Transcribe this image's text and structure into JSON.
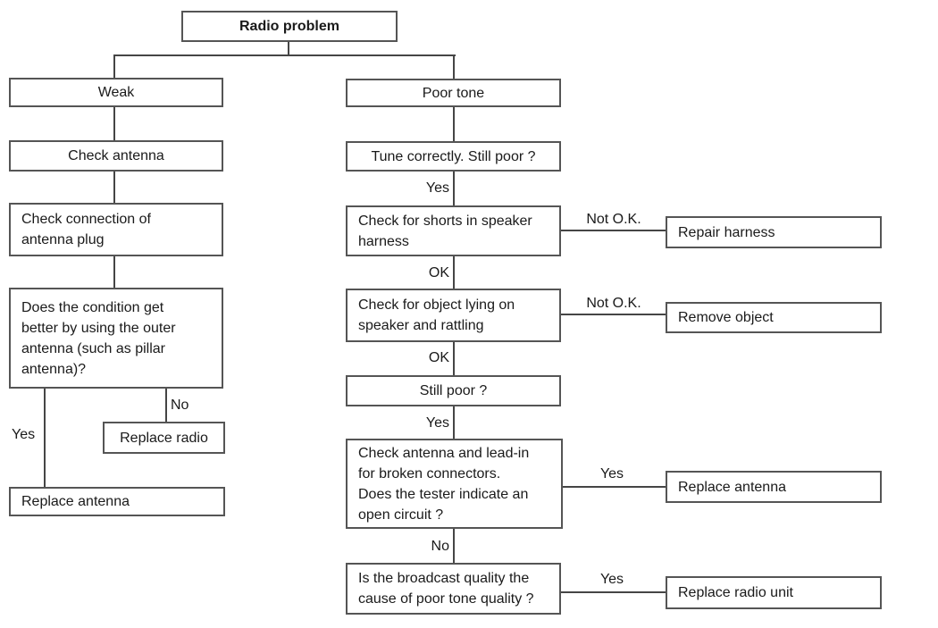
{
  "diagram": {
    "type": "flowchart",
    "title": "Radio problem troubleshooting flowchart",
    "colors": {
      "background": "#ffffff",
      "box_border": "#555555",
      "connector_line": "#454545",
      "text": "#1a1a1a"
    },
    "nodes": {
      "radio_problem": "Radio problem",
      "weak": "Weak",
      "check_antenna": "Check antenna",
      "check_connection": "Check connection of\nantenna plug",
      "condition_better": "Does the condition get\nbetter by using the outer\nantenna (such as pillar\nantenna)?",
      "replace_radio": "Replace radio",
      "replace_antenna_left": "Replace antenna",
      "poor_tone": "Poor tone",
      "tune_correctly": "Tune correctly. Still poor ?",
      "check_shorts": "Check for shorts in speaker\nharness",
      "repair_harness": "Repair harness",
      "check_object": "Check for object lying on\nspeaker and rattling",
      "remove_object": "Remove object",
      "still_poor": "Still poor ?",
      "check_leadin": "Check antenna and lead-in\nfor broken connectors.\nDoes the tester indicate an\nopen circuit ?",
      "replace_antenna_right": "Replace antenna",
      "broadcast_quality": "Is the broadcast quality the\ncause of poor tone quality ?",
      "replace_radio_unit": "Replace radio unit"
    },
    "edge_labels": {
      "yes": "Yes",
      "no": "No",
      "ok": "OK",
      "not_ok": "Not O.K."
    }
  }
}
